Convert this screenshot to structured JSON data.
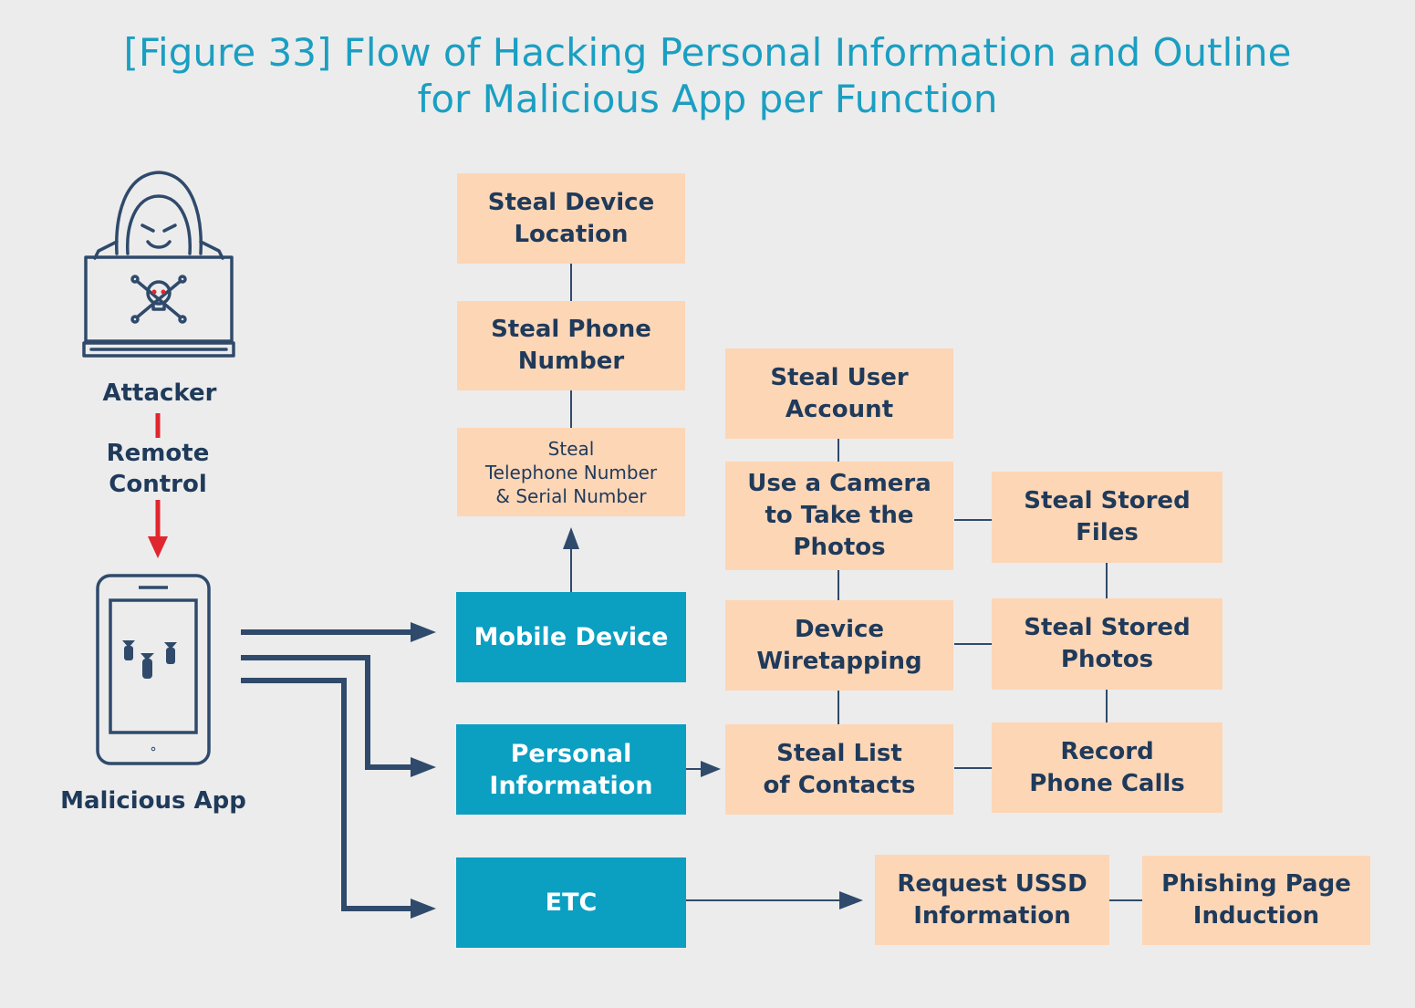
{
  "title": {
    "line1": "[Figure 33] Flow of Hacking Personal Information and Outline",
    "line2": "for Malicious App per Function"
  },
  "actors": {
    "attacker_label": "Attacker",
    "remote_control_label": "Remote\nControl",
    "malicious_app_label": "Malicious App",
    "attacker_icon": "hooded-hacker-laptop-skull",
    "phone_icon": "smartphone-bombs"
  },
  "categories": {
    "mobile_device": "Mobile Device",
    "personal_information": "Personal\nInformation",
    "etc": "ETC"
  },
  "functions": {
    "steal_device_location": "Steal Device\nLocation",
    "steal_phone_number": "Steal Phone\nNumber",
    "steal_telephone_serial": "Steal\nTelephone Number\n& Serial Number",
    "steal_user_account": "Steal User\nAccount",
    "use_camera": "Use a Camera\nto Take the\nPhotos",
    "steal_stored_files": "Steal Stored\nFiles",
    "device_wiretapping": "Device\nWiretapping",
    "steal_stored_photos": "Steal Stored\nPhotos",
    "steal_list_contacts": "Steal List\nof Contacts",
    "record_phone_calls": "Record\nPhone Calls",
    "request_ussd": "Request USSD\nInformation",
    "phishing_page": "Phishing Page\nInduction"
  },
  "colors": {
    "title": "#1a9fc2",
    "function_box": "#fdd6b6",
    "category_box": "#0b9fc2",
    "text_dark": "#1f3a5a",
    "connector": "#2f4a6b",
    "remote_arrow": "#e0262e"
  }
}
